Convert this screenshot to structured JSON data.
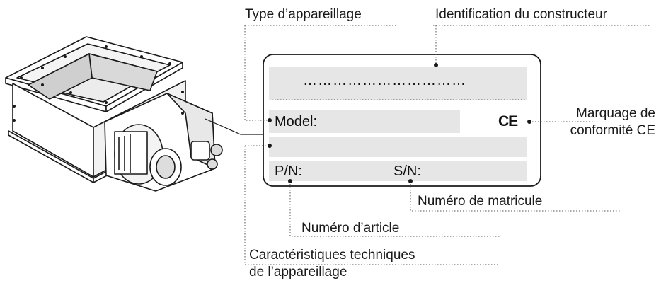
{
  "callouts": {
    "device_type": "Type d’appareillage",
    "manufacturer_id": "Identification du constructeur",
    "ce_marking_line1": "Marquage de",
    "ce_marking_line2": "conformité CE",
    "serial_number": "Numéro de matricule",
    "article_number": "Numéro d’article",
    "tech_specs_line1": "Caractéristiques techniques",
    "tech_specs_line2": "de l’appareillage"
  },
  "nameplate": {
    "manufacturer_dots": "……………………………",
    "model_label": "Model:",
    "pn_label": "P/N:",
    "sn_label": "S/N:",
    "ce_mark": "CE"
  },
  "colors": {
    "plate_field": "#e6e6e6",
    "line": "#1a1a1a",
    "leader": "#555555"
  }
}
